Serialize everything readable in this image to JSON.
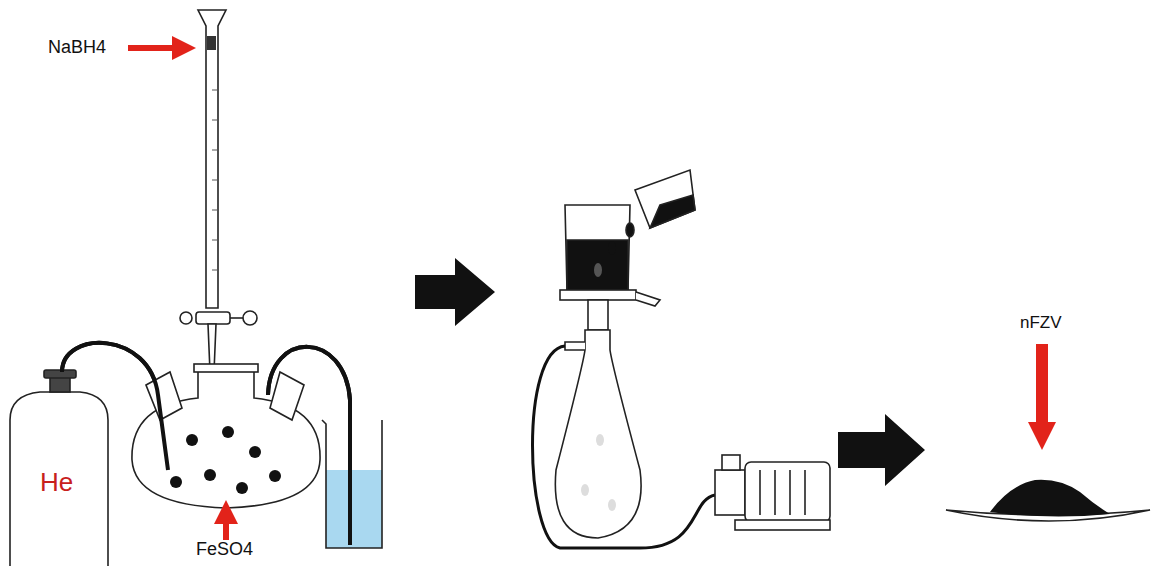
{
  "diagram": {
    "labels": [
      "NaBH4",
      "He",
      "FeSO4",
      "nFZV"
    ]
  }
}
